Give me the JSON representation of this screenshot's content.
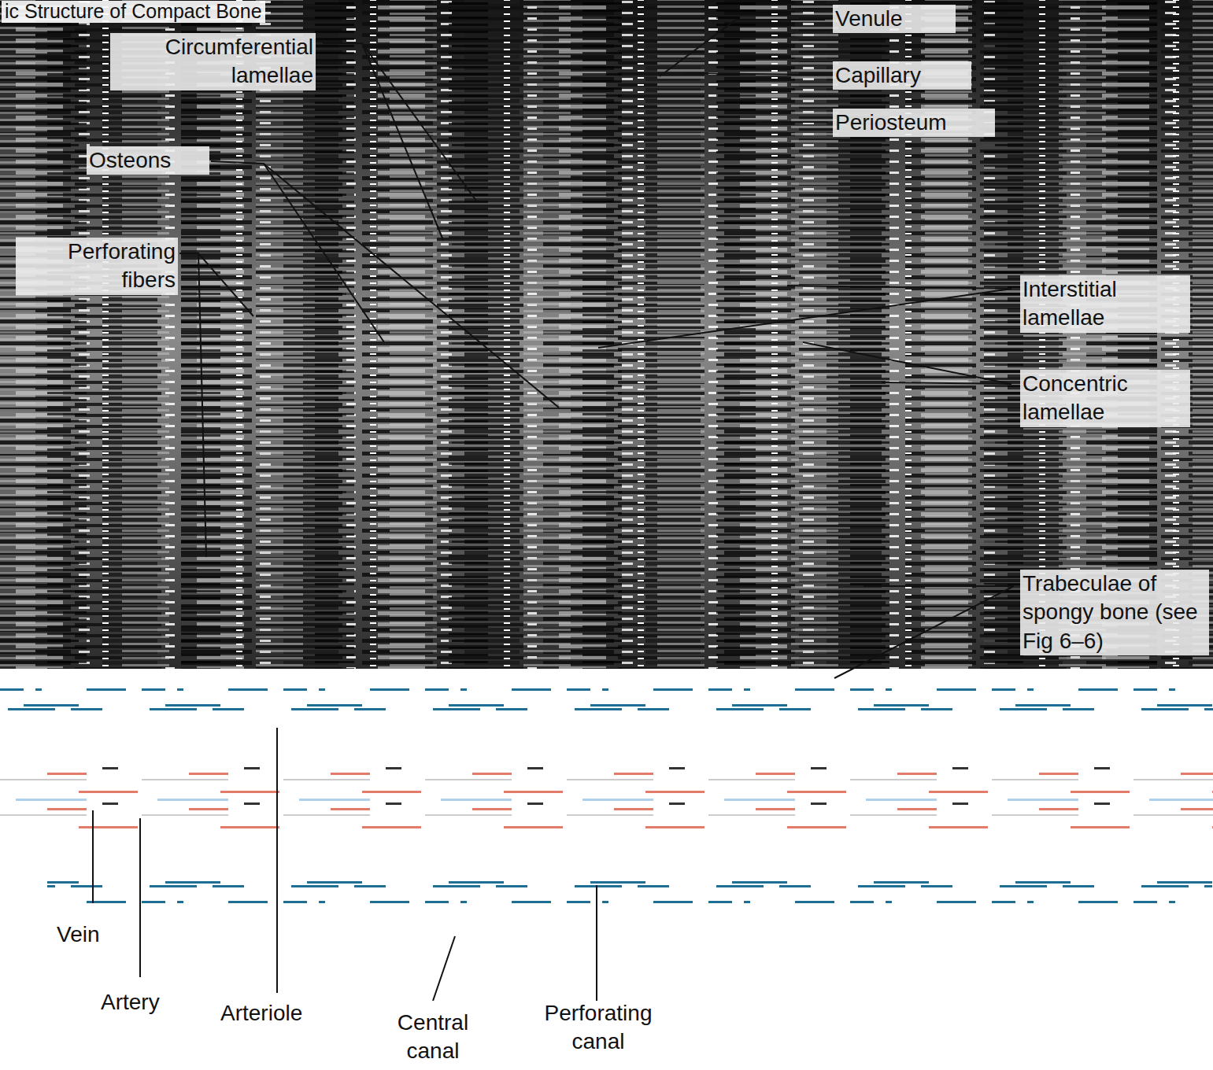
{
  "diagram": {
    "title": "ic Structure of Compact Bone",
    "labels": [
      "Venule",
      "Capillary",
      "Periosteum",
      "Circumferential lamellae",
      "Osteons",
      "Perforating fibers",
      "Interstitial lamellae",
      "Concentric lamellae",
      "Trabeculae of spongy bone (see Fig 6–6)",
      "Vein",
      "Artery",
      "Arteriole",
      "Central canal",
      "Perforating canal"
    ]
  }
}
